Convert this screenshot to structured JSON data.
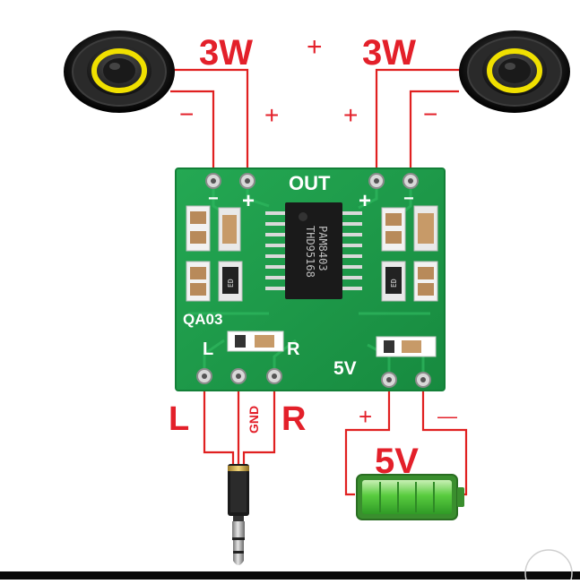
{
  "labels": {
    "power_left": "3W",
    "power_right": "3W",
    "top_plus": "+",
    "left_minus": "−",
    "left_plus": "+",
    "right_plus": "+",
    "right_minus": "−",
    "board_out": "OUT",
    "board_qa": "QA03",
    "board_l": "L",
    "board_r": "R",
    "board_5v": "5V",
    "board_out_plus_l": "+",
    "board_out_minus_l": "−",
    "board_out_plus_r": "+",
    "board_out_minus_r": "−",
    "chip_line1": "PAM8403",
    "chip_line2": "THD95168",
    "input_l": "L",
    "input_gnd": "GND",
    "input_r": "R",
    "supply_plus": "+",
    "supply_minus": "—",
    "supply_voltage": "5V",
    "cap_label_1": "ED",
    "cap_label_2": "ED"
  },
  "colors": {
    "wire": "#e02020",
    "label_red": "#e3202a",
    "pcb": "#1e9a4a",
    "pcb_edge": "#138038",
    "silk": "#ffffff",
    "chip": "#1a1a1a",
    "battery_green": "#48c23a",
    "speaker_ring": "#f0e000"
  },
  "icons": {
    "left_speaker": "speaker-icon",
    "right_speaker": "speaker-icon",
    "audio_jack": "audio-jack-icon",
    "battery": "battery-icon"
  }
}
